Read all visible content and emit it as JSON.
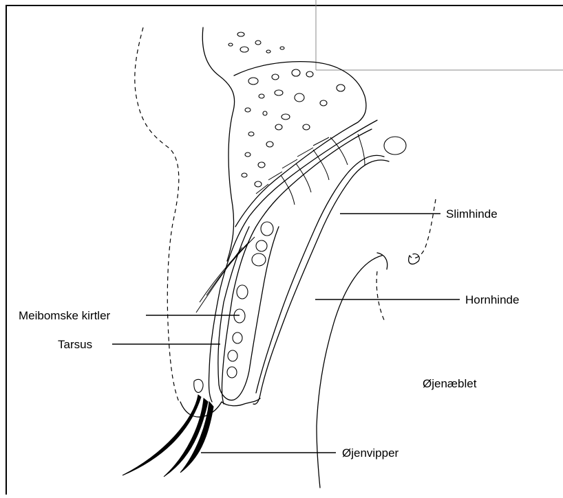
{
  "labels": {
    "mucosa": "Slimhinde",
    "cornea": "Hornhinde",
    "meibomian": "Meibomske kirtler",
    "tarsus": "Tarsus",
    "eyeball": "Øjenæblet",
    "eyelashes": "Øjenvipper"
  }
}
